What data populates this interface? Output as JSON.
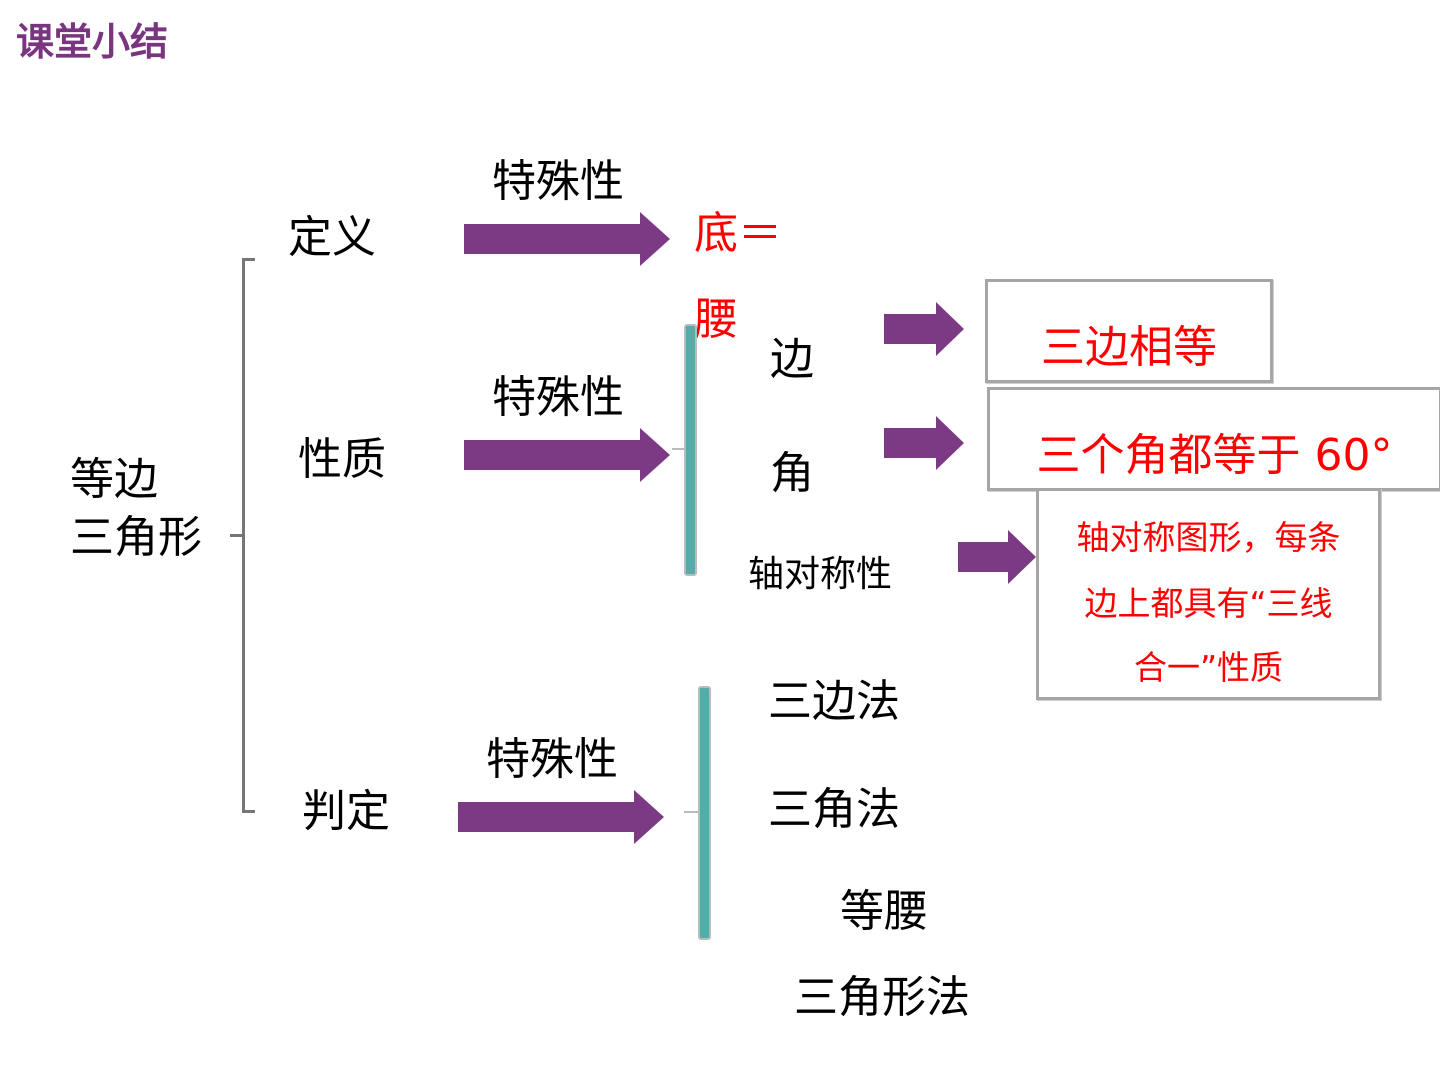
{
  "title": "课堂小结",
  "root": {
    "line1": "等边",
    "line2": "三角形"
  },
  "branches": {
    "definition": "定义",
    "property": "性质",
    "judgement": "判定"
  },
  "arrow_labels": {
    "definition": "特殊性",
    "property": "特殊性",
    "judgement": "特殊性"
  },
  "definition_result": {
    "line1": "底＝",
    "line2": "腰"
  },
  "property_items": {
    "side": "边",
    "angle": "角",
    "symmetry": "轴对称性"
  },
  "property_results": {
    "side": "三边相等",
    "angle": "三个角都等于 60°",
    "symmetry": {
      "line1": "轴对称图形，每条",
      "line2": "边上都具有“三线",
      "line3": "合一”性质"
    }
  },
  "judgement_methods": {
    "m1": "三边法",
    "m2": "三角法",
    "m3_line1": "等腰",
    "m3_line2": "三角形法"
  },
  "colors": {
    "title": "#7a3580",
    "arrow": "#7b3a83",
    "highlight": "#ff0000",
    "bar": "#56aaa7"
  }
}
